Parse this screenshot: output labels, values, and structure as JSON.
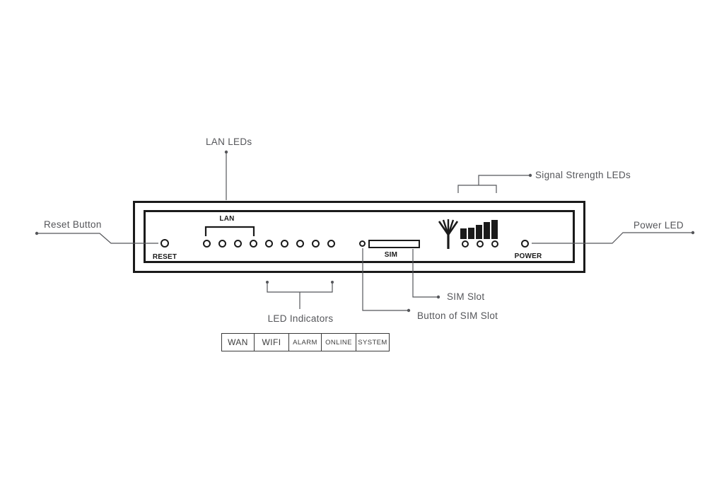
{
  "diagram_type": "router-front-panel-annotation",
  "callouts": {
    "lan_leds": "LAN LEDs",
    "signal_strength_leds": "Signal Strength LEDs",
    "reset_button": "Reset Button",
    "power_led": "Power LED",
    "sim_slot": "SIM Slot",
    "button_of_sim_slot": "Button of SIM Slot",
    "led_indicators": "LED Indicators"
  },
  "device_panel": {
    "labels": {
      "reset": "RESET",
      "lan": "LAN",
      "sim": "SIM",
      "power": "POWER"
    },
    "lan_led_count": 9,
    "signal_bar_count": 5,
    "signal_led_count": 3
  },
  "led_table": {
    "cells": [
      "WAN",
      "WIFI",
      "ALARM",
      "ONLINE",
      "SYSTEM"
    ]
  },
  "colors": {
    "ink": "#1a1a1a",
    "callout": "#55565a",
    "table_text": "#3d3d3d",
    "background": "#ffffff"
  }
}
